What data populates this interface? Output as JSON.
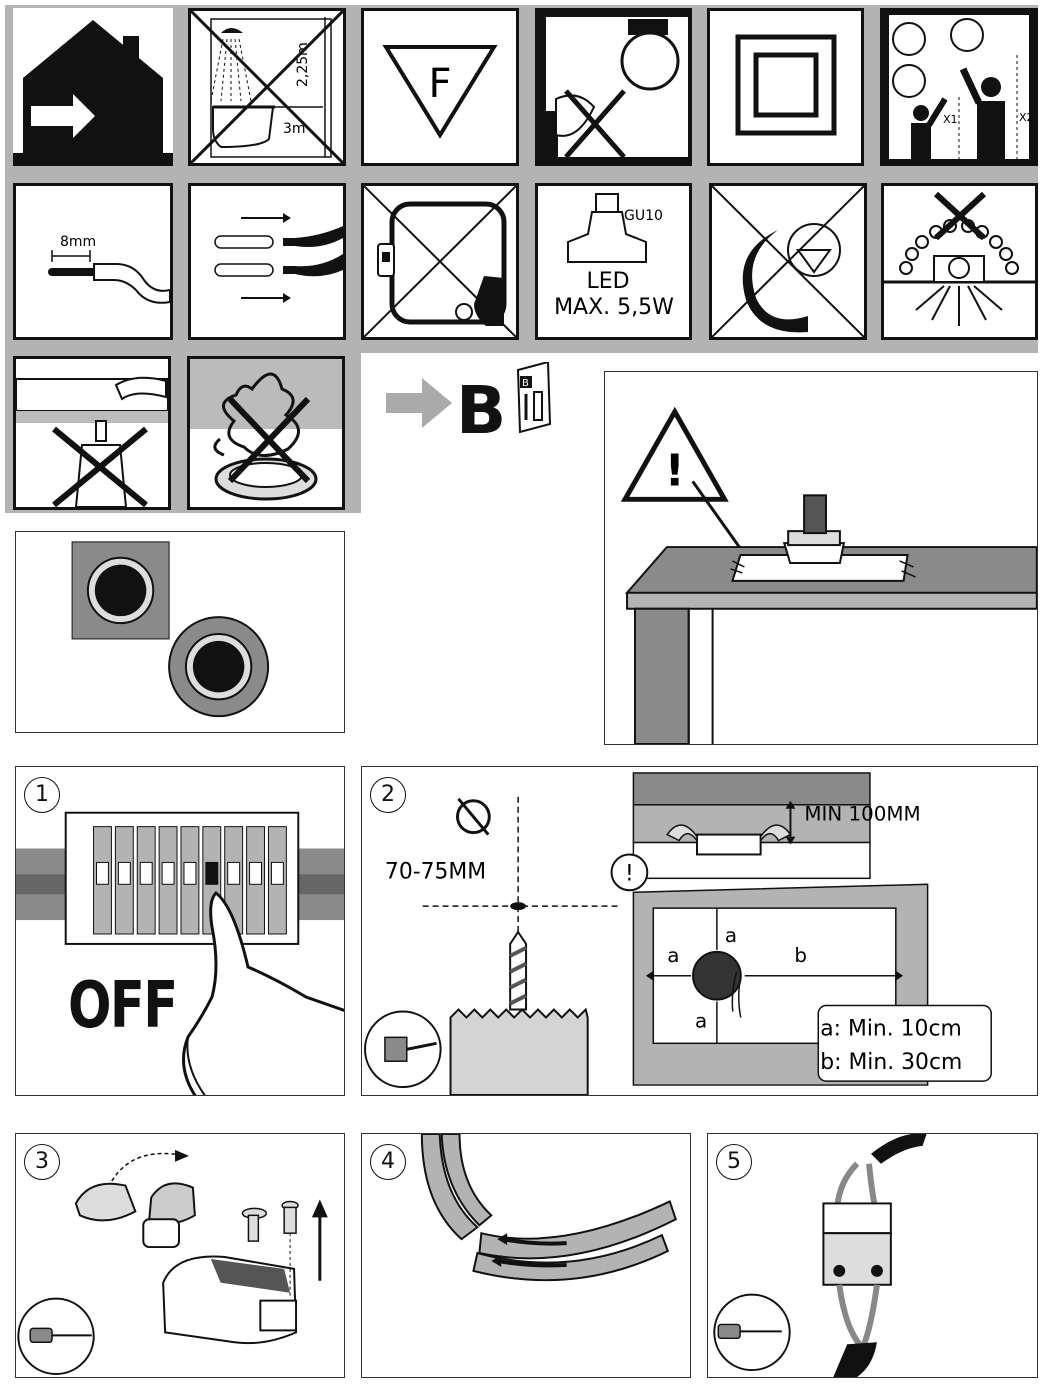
{
  "symbols": {
    "bathroom_height": "2,25m",
    "bathroom_distance": "3m",
    "fuse_class_letter": "F",
    "mounting_height_1": "X1",
    "mounting_height_2": "X2",
    "strip_length": "8mm",
    "lamp_base": "GU10",
    "lamp_type": "LED",
    "lamp_max_power": "MAX. 5,5W"
  },
  "reference": {
    "see_section": "B",
    "booklet_letter": "B"
  },
  "steps": [
    {
      "number": "1",
      "label": "OFF"
    },
    {
      "number": "2",
      "hole_diameter": "70-75MM",
      "clearance_label": "MIN 100MM",
      "attention_mark": "!",
      "dim_a": "a",
      "dim_b": "b",
      "rule_a": "a:  Min.  10cm",
      "rule_b": "b:  Min.  30cm"
    },
    {
      "number": "3"
    },
    {
      "number": "4"
    },
    {
      "number": "5"
    }
  ],
  "colors": {
    "gray_band": "#b3b3b3",
    "ink": "#111111",
    "mid_gray": "#8a8a8a"
  }
}
